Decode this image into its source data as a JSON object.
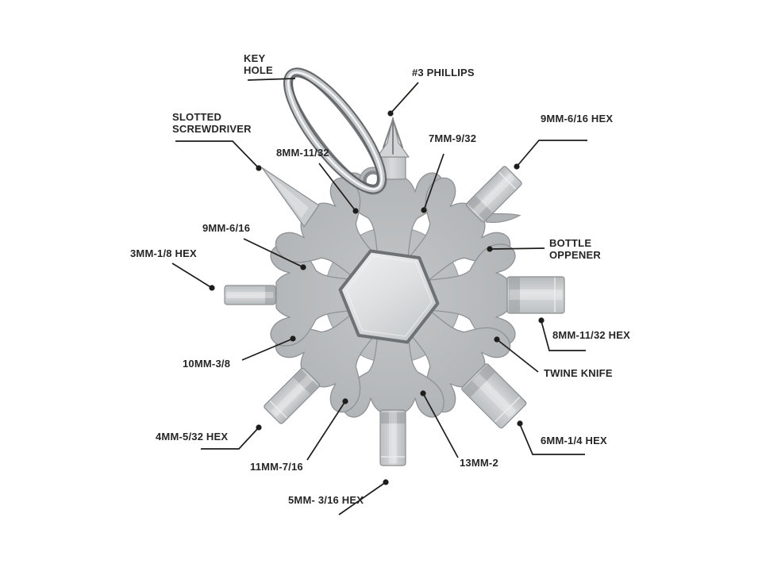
{
  "illustration": {
    "type": "product-callout-diagram",
    "subject": "18-in-1 snowflake multi-tool with key ring",
    "background": "#ffffff",
    "body_color": "#b3b6b8",
    "bit_color": "#cdd0d2",
    "outline_color": "#8b8e90",
    "leader_color": "#1d1d1b",
    "label_color": "#262626"
  },
  "callouts": [
    {
      "id": "key-hole",
      "label": "KEY\nHOLE"
    },
    {
      "id": "phillips-3",
      "label": "#3 PHILLIPS"
    },
    {
      "id": "hex-9mm-6-16",
      "label": "9MM-6/16 HEX"
    },
    {
      "id": "slotted-screwdriver",
      "label": "SLOTTED\nSCREWDRIVER"
    },
    {
      "id": "wrench-8mm-11-32",
      "label": "8MM-11/32"
    },
    {
      "id": "wrench-7mm-9-32",
      "label": "7MM-9/32"
    },
    {
      "id": "wrench-9mm-6-16",
      "label": "9MM-6/16"
    },
    {
      "id": "hex-3mm-1-8",
      "label": "3MM-1/8 HEX"
    },
    {
      "id": "bottle-opener",
      "label": "BOTTLE\nOPPENER"
    },
    {
      "id": "hex-8mm-11-32",
      "label": "8MM-11/32 HEX"
    },
    {
      "id": "twine-knife",
      "label": "TWINE KNIFE"
    },
    {
      "id": "wrench-10mm-3-8",
      "label": "10MM-3/8"
    },
    {
      "id": "hex-4mm-5-32",
      "label": "4MM-5/32 HEX"
    },
    {
      "id": "wrench-11mm-7-16",
      "label": "11MM-7/16"
    },
    {
      "id": "hex-5mm-3-16",
      "label": "5MM- 3/16 HEX"
    },
    {
      "id": "wrench-13mm-2",
      "label": "13MM-2"
    },
    {
      "id": "hex-6mm-1-4",
      "label": "6MM-1/4 HEX"
    }
  ]
}
